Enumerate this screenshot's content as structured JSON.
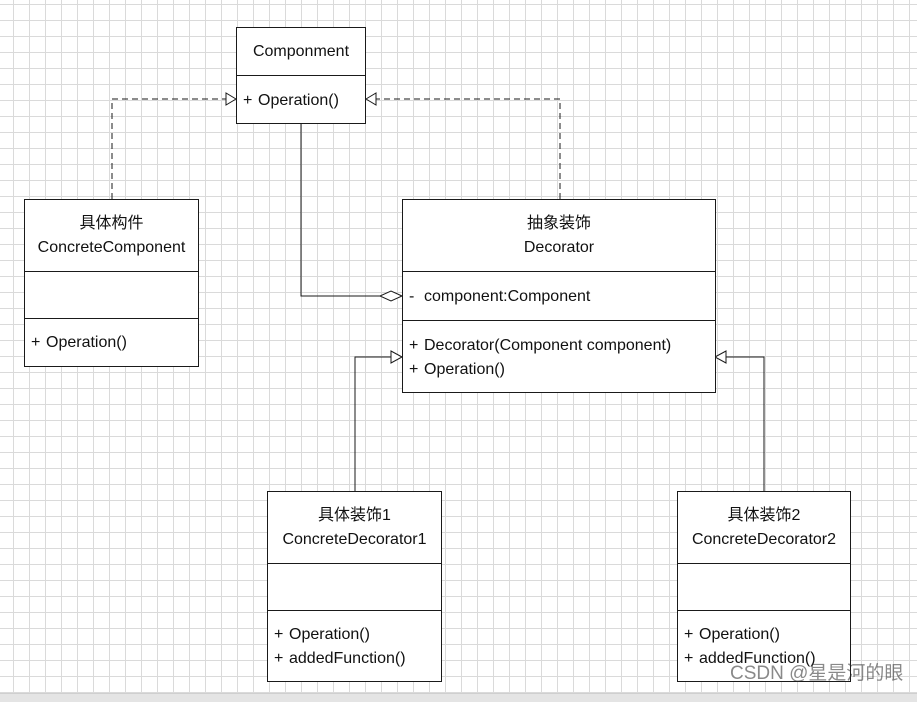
{
  "classes": {
    "component": {
      "name": "Componment",
      "operations": [
        {
          "symbol": "+",
          "text": "Operation()"
        }
      ]
    },
    "concrete_component": {
      "stereotype_cn": "具体构件",
      "name": "ConcreteComponent",
      "operations": [
        {
          "symbol": "+",
          "text": "Operation()"
        }
      ]
    },
    "decorator": {
      "stereotype_cn": "抽象装饰",
      "name": "Decorator",
      "attributes": [
        {
          "symbol": "-",
          "text": "component:Component"
        }
      ],
      "operations": [
        {
          "symbol": "+",
          "text": "Decorator(Component component)"
        },
        {
          "symbol": "+",
          "text": "Operation()"
        }
      ]
    },
    "concrete_decorator_1": {
      "stereotype_cn": "具体装饰1",
      "name": "ConcreteDecorator1",
      "operations": [
        {
          "symbol": "+",
          "text": "Operation()"
        },
        {
          "symbol": "+",
          "text": "addedFunction()"
        }
      ]
    },
    "concrete_decorator_2": {
      "stereotype_cn": "具体装饰2",
      "name": "ConcreteDecorator2",
      "operations": [
        {
          "symbol": "+",
          "text": "Operation()"
        },
        {
          "symbol": "+",
          "text": "addedFunction()"
        }
      ]
    }
  },
  "relationships": [
    {
      "from": "concrete_component",
      "to": "component",
      "kind": "realization"
    },
    {
      "from": "decorator",
      "to": "component",
      "kind": "realization"
    },
    {
      "from": "component",
      "to": "decorator",
      "kind": "aggregation"
    },
    {
      "from": "concrete_decorator_1",
      "to": "decorator",
      "kind": "generalization"
    },
    {
      "from": "concrete_decorator_2",
      "to": "decorator",
      "kind": "generalization"
    }
  ],
  "watermark": "CSDN @星是河的眼",
  "colors": {
    "line": "#1a1a1a",
    "grid": "#dadada",
    "background": "#ffffff"
  }
}
